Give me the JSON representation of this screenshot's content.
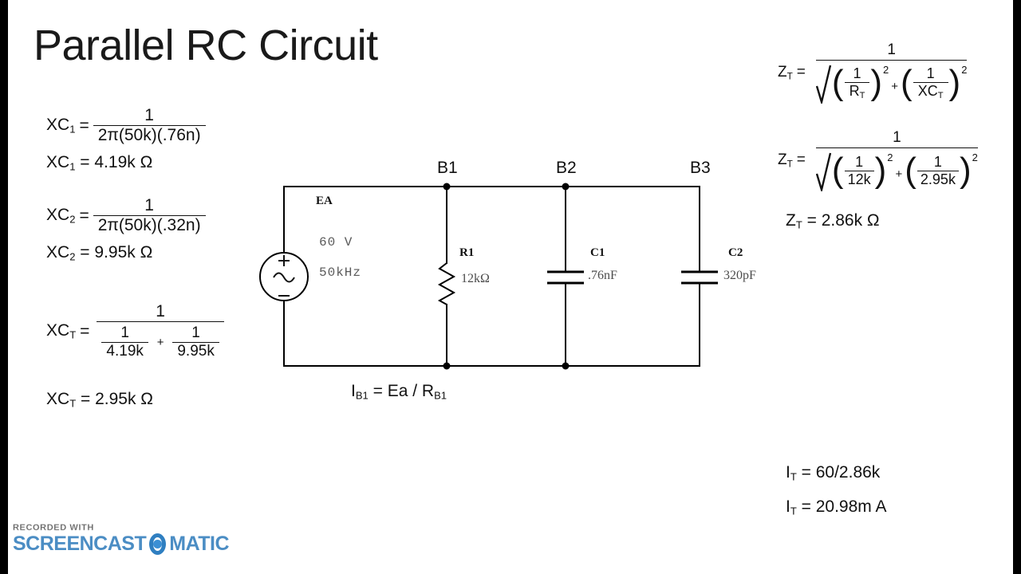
{
  "slide": {
    "title": "Parallel RC Circuit",
    "background": "#ffffff",
    "letterbox_color": "#000000"
  },
  "left_formulas": {
    "xc1_label": "XC",
    "xc1_sub": "1",
    "xc1_eq": "=",
    "xc1_num": "1",
    "xc1_den": "2π(50k)(.76n)",
    "xc1_result": "XC",
    "xc1_result_sub": "1",
    "xc1_result_text": "= 4.19k Ω",
    "xc2_label": "XC",
    "xc2_sub": "2",
    "xc2_eq": "=",
    "xc2_num": "1",
    "xc2_den": "2π(50k)(.32n)",
    "xc2_result_text": "= 9.95k Ω",
    "xct_label": "XC",
    "xct_sub": "T",
    "xct_eq": "=",
    "xct_num": "1",
    "xct_den_left_num": "1",
    "xct_den_left_den": "4.19k",
    "xct_den_plus": "+",
    "xct_den_right_num": "1",
    "xct_den_right_den": "9.95k",
    "xct_result_text": "= 2.95k Ω"
  },
  "right_formulas": {
    "zt_symbolic": {
      "label": "Z",
      "sub": "T",
      "eq": "=",
      "numerator": "1",
      "term1_num": "1",
      "term1_den": "R",
      "term1_den_sub": "T",
      "term1_exp": "2",
      "plus": "+",
      "term2_num": "1",
      "term2_den": "XC",
      "term2_den_sub": "T",
      "term2_exp": "2"
    },
    "zt_numeric": {
      "label": "Z",
      "sub": "T",
      "eq": "=",
      "numerator": "1",
      "term1_num": "1",
      "term1_den": "12k",
      "term1_exp": "2",
      "plus": "+",
      "term2_num": "1",
      "term2_den": "2.95k",
      "term2_exp": "2"
    },
    "zt_result": {
      "label": "Z",
      "sub": "T",
      "text": "= 2.86k Ω"
    },
    "it_line1": {
      "label": "I",
      "sub": "T",
      "text": "= 60/2.86k"
    },
    "it_line2": {
      "label": "I",
      "sub": "T",
      "text": "= 20.98m A"
    }
  },
  "circuit": {
    "nodes": [
      {
        "name": "B1",
        "label": "B1"
      },
      {
        "name": "B2",
        "label": "B2"
      },
      {
        "name": "B3",
        "label": "B3"
      }
    ],
    "source": {
      "ref": "EA",
      "voltage": "60 V",
      "frequency": "50kHz",
      "plus": "+",
      "minus": "−"
    },
    "components": [
      {
        "ref": "R1",
        "value": "12kΩ",
        "type": "resistor"
      },
      {
        "ref": "C1",
        "value": ".76nF",
        "type": "capacitor"
      },
      {
        "ref": "C2",
        "value": "320pF",
        "type": "capacitor"
      }
    ],
    "wire_color": "#000000"
  },
  "circuit_note": {
    "label": "I",
    "sub": "B1",
    "text": "= Ea / R",
    "text_sub": "B1"
  },
  "watermark": {
    "recorded_with": "RECORDED WITH",
    "word1": "SCREENCAST",
    "word2": "MATIC",
    "ring_color": "#2f7fc1"
  }
}
